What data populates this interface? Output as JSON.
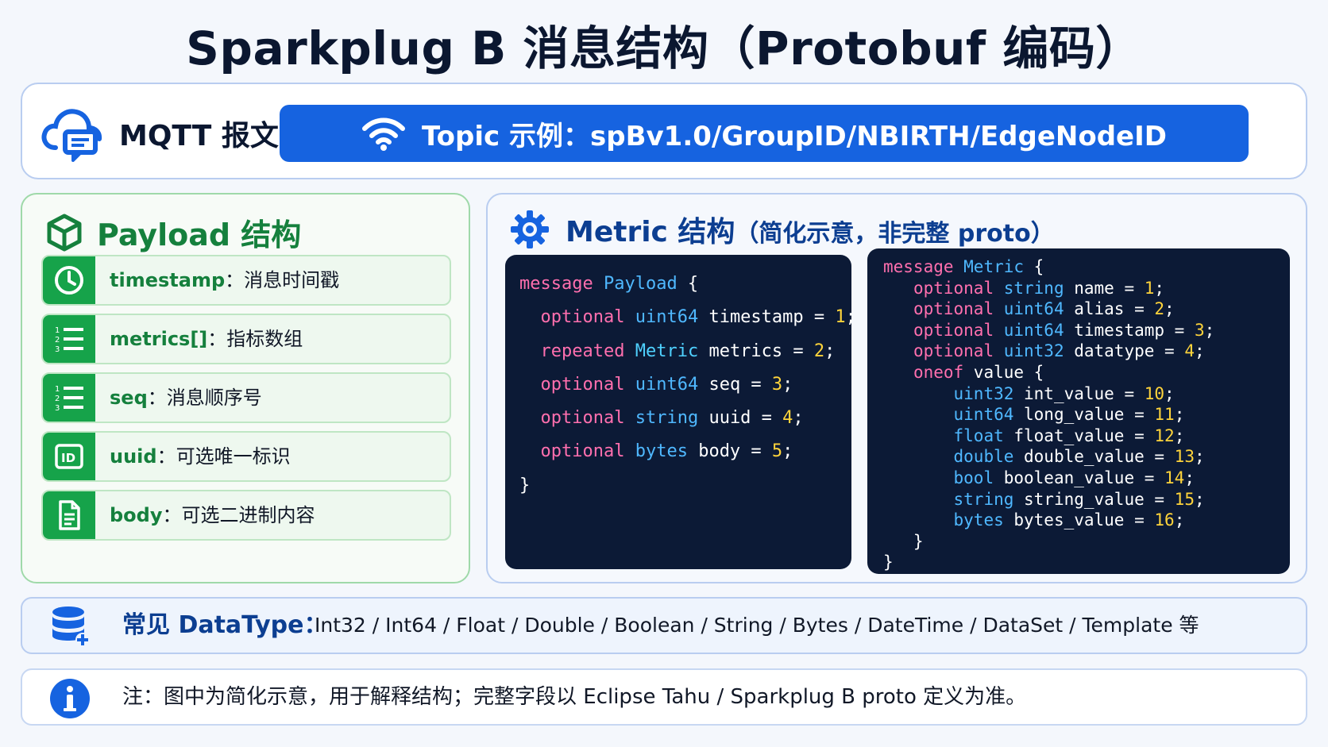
{
  "title": "Sparkplug B 消息结构（Protobuf 编码）",
  "mqtt": {
    "label": "MQTT 报文",
    "topic_prefix": "Topic 示例：",
    "topic_value": "spBv1.0/GroupID/NBIRTH/EdgeNodeID"
  },
  "payload": {
    "title": "Payload 结构",
    "fields": [
      {
        "key": "timestamp",
        "desc": "：消息时间戳",
        "icon": "clock-icon"
      },
      {
        "key": "metrics[]",
        "desc": "：指标数组",
        "icon": "list-icon"
      },
      {
        "key": "seq",
        "desc": "：消息顺序号",
        "icon": "list-icon"
      },
      {
        "key": "uuid",
        "desc": "：可选唯一标识",
        "icon": "id-icon"
      },
      {
        "key": "body",
        "desc": "：可选二进制内容",
        "icon": "document-icon"
      }
    ]
  },
  "metric": {
    "title": "Metric 结构",
    "subtitle": "（简化示意，非完整 proto）"
  },
  "code_payload": [
    [
      [
        "kw",
        "message "
      ],
      [
        "ty",
        "Payload"
      ],
      [
        "nm",
        " {"
      ]
    ],
    [
      [
        "nm",
        "  "
      ],
      [
        "kw",
        "optional "
      ],
      [
        "ty",
        "uint64"
      ],
      [
        "nm",
        " timestamp = "
      ],
      [
        "num",
        "1"
      ],
      [
        "nm",
        ";"
      ]
    ],
    [
      [
        "nm",
        "  "
      ],
      [
        "kw",
        "repeated "
      ],
      [
        "ty2",
        "Metric"
      ],
      [
        "nm",
        " metrics = "
      ],
      [
        "num",
        "2"
      ],
      [
        "nm",
        ";"
      ]
    ],
    [
      [
        "nm",
        "  "
      ],
      [
        "kw",
        "optional "
      ],
      [
        "ty",
        "uint64"
      ],
      [
        "nm",
        " seq = "
      ],
      [
        "num",
        "3"
      ],
      [
        "nm",
        ";"
      ]
    ],
    [
      [
        "nm",
        "  "
      ],
      [
        "kw",
        "optional "
      ],
      [
        "ty",
        "string"
      ],
      [
        "nm",
        " uuid = "
      ],
      [
        "num",
        "4"
      ],
      [
        "nm",
        ";"
      ]
    ],
    [
      [
        "nm",
        "  "
      ],
      [
        "kw",
        "optional "
      ],
      [
        "ty",
        "bytes"
      ],
      [
        "nm",
        " body = "
      ],
      [
        "num",
        "5"
      ],
      [
        "nm",
        ";"
      ]
    ],
    [
      [
        "nm",
        "}"
      ]
    ]
  ],
  "code_metric": [
    [
      [
        "kw",
        "message "
      ],
      [
        "ty",
        "Metric"
      ],
      [
        "nm",
        " {"
      ]
    ],
    [
      [
        "nm",
        "   "
      ],
      [
        "kw",
        "optional "
      ],
      [
        "ty",
        "string"
      ],
      [
        "nm",
        " name = "
      ],
      [
        "num",
        "1"
      ],
      [
        "nm",
        ";"
      ]
    ],
    [
      [
        "nm",
        "   "
      ],
      [
        "kw",
        "optional "
      ],
      [
        "ty",
        "uint64"
      ],
      [
        "nm",
        " alias = "
      ],
      [
        "num",
        "2"
      ],
      [
        "nm",
        ";"
      ]
    ],
    [
      [
        "nm",
        "   "
      ],
      [
        "kw",
        "optional "
      ],
      [
        "ty",
        "uint64"
      ],
      [
        "nm",
        " timestamp = "
      ],
      [
        "num",
        "3"
      ],
      [
        "nm",
        ";"
      ]
    ],
    [
      [
        "nm",
        "   "
      ],
      [
        "kw",
        "optional "
      ],
      [
        "ty",
        "uint32"
      ],
      [
        "nm",
        " datatype = "
      ],
      [
        "num",
        "4"
      ],
      [
        "nm",
        ";"
      ]
    ],
    [
      [
        "nm",
        "   "
      ],
      [
        "kw",
        "oneof"
      ],
      [
        "nm",
        " value {"
      ]
    ],
    [
      [
        "nm",
        "       "
      ],
      [
        "ty",
        "uint32"
      ],
      [
        "nm",
        " int_value = "
      ],
      [
        "num",
        "10"
      ],
      [
        "nm",
        ";"
      ]
    ],
    [
      [
        "nm",
        "       "
      ],
      [
        "ty",
        "uint64"
      ],
      [
        "nm",
        " long_value = "
      ],
      [
        "num",
        "11"
      ],
      [
        "nm",
        ";"
      ]
    ],
    [
      [
        "nm",
        "       "
      ],
      [
        "ty",
        "float"
      ],
      [
        "nm",
        " float_value = "
      ],
      [
        "num",
        "12"
      ],
      [
        "nm",
        ";"
      ]
    ],
    [
      [
        "nm",
        "       "
      ],
      [
        "ty",
        "double"
      ],
      [
        "nm",
        " double_value = "
      ],
      [
        "num",
        "13"
      ],
      [
        "nm",
        ";"
      ]
    ],
    [
      [
        "nm",
        "       "
      ],
      [
        "ty",
        "bool"
      ],
      [
        "nm",
        " boolean_value = "
      ],
      [
        "num",
        "14"
      ],
      [
        "nm",
        ";"
      ]
    ],
    [
      [
        "nm",
        "       "
      ],
      [
        "ty",
        "string"
      ],
      [
        "nm",
        " string_value = "
      ],
      [
        "num",
        "15"
      ],
      [
        "nm",
        ";"
      ]
    ],
    [
      [
        "nm",
        "       "
      ],
      [
        "ty",
        "bytes"
      ],
      [
        "nm",
        " bytes_value = "
      ],
      [
        "num",
        "16"
      ],
      [
        "nm",
        ";"
      ]
    ],
    [
      [
        "nm",
        "   }"
      ]
    ],
    [
      [
        "nm",
        "}"
      ]
    ]
  ],
  "datatype": {
    "label": "常见 DataType：",
    "list": "Int32  /  Int64  /  Float  /  Double  /  Boolean  /  String  /  Bytes  /  DateTime  /  DataSet  /  Template 等"
  },
  "note": {
    "text": "注：图中为简化示意，用于解释结构；完整字段以 Eclipse Tahu / Sparkplug B proto 定义为准。"
  },
  "colors": {
    "accent_blue": "#1663e0",
    "green": "#16a34a",
    "code_bg": "#0c1a36",
    "keyword": "#ff6fae",
    "type": "#4fb8ff",
    "number": "#ffd43b"
  }
}
